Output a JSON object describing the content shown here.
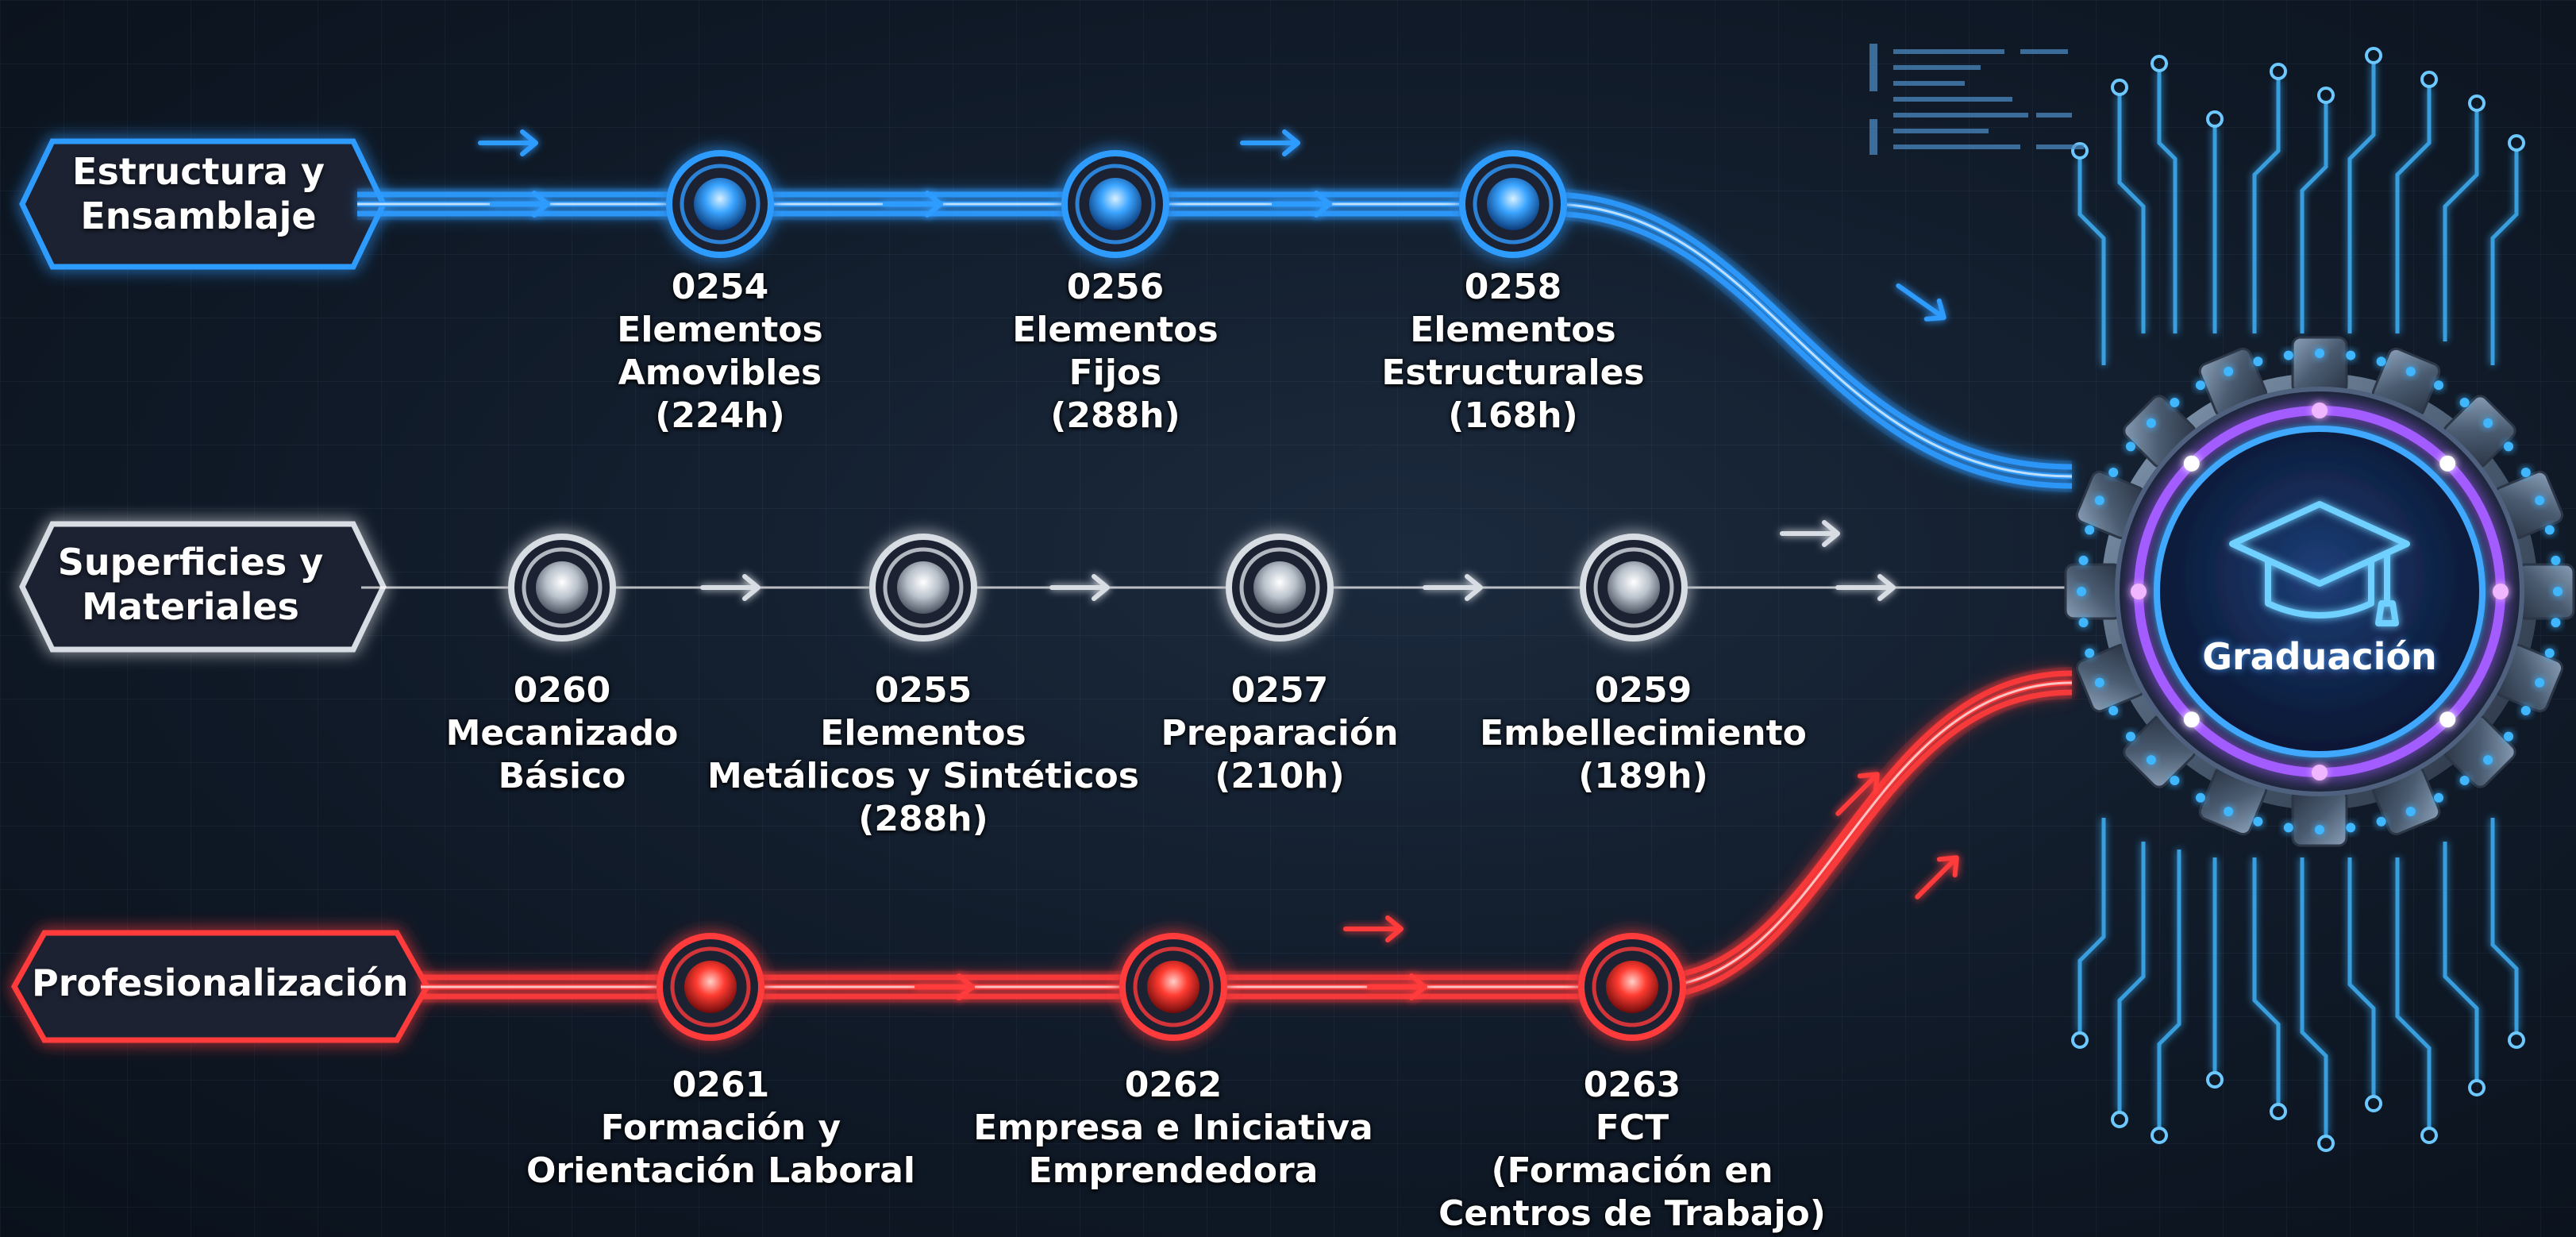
{
  "tracks": [
    {
      "id": "estructura",
      "title": [
        "Estructura y",
        "Ensamblaje"
      ],
      "color": "#2f9bff",
      "modules": [
        {
          "lines": [
            "0254",
            "Elementos",
            "Amovibles",
            "(224h)"
          ]
        },
        {
          "lines": [
            "0256",
            "Elementos",
            "Fijos",
            "(288h)"
          ]
        },
        {
          "lines": [
            "0258",
            "Elementos",
            "Estructurales",
            "(168h)"
          ]
        }
      ]
    },
    {
      "id": "superficies",
      "title": [
        "Superficies y",
        "Materiales"
      ],
      "color": "#d8dde4",
      "modules": [
        {
          "lines": [
            "0260",
            "Mecanizado",
            "Básico"
          ]
        },
        {
          "lines": [
            "0255",
            "Elementos",
            "Metálicos y Sintéticos",
            "(288h)"
          ]
        },
        {
          "lines": [
            "0257",
            "Preparación",
            "(210h)"
          ]
        },
        {
          "lines": [
            "0259",
            "Embellecimiento",
            "(189h)"
          ]
        }
      ]
    },
    {
      "id": "profesionalizacion",
      "title": [
        "Profesionalización"
      ],
      "color": "#ff3b3b",
      "modules": [
        {
          "lines": [
            "0261",
            "Formación y",
            "Orientación Laboral"
          ]
        },
        {
          "lines": [
            "0262",
            "Empresa e Iniciativa",
            "Emprendedora"
          ]
        },
        {
          "lines": [
            "0263",
            "FCT",
            "(Formación en",
            "Centros de Trabajo)"
          ]
        }
      ]
    }
  ],
  "hub": {
    "label": "Graduación",
    "icon": "graduation-cap-icon",
    "ring_color": "#a35cff",
    "glow_color": "#3fa9ff"
  }
}
